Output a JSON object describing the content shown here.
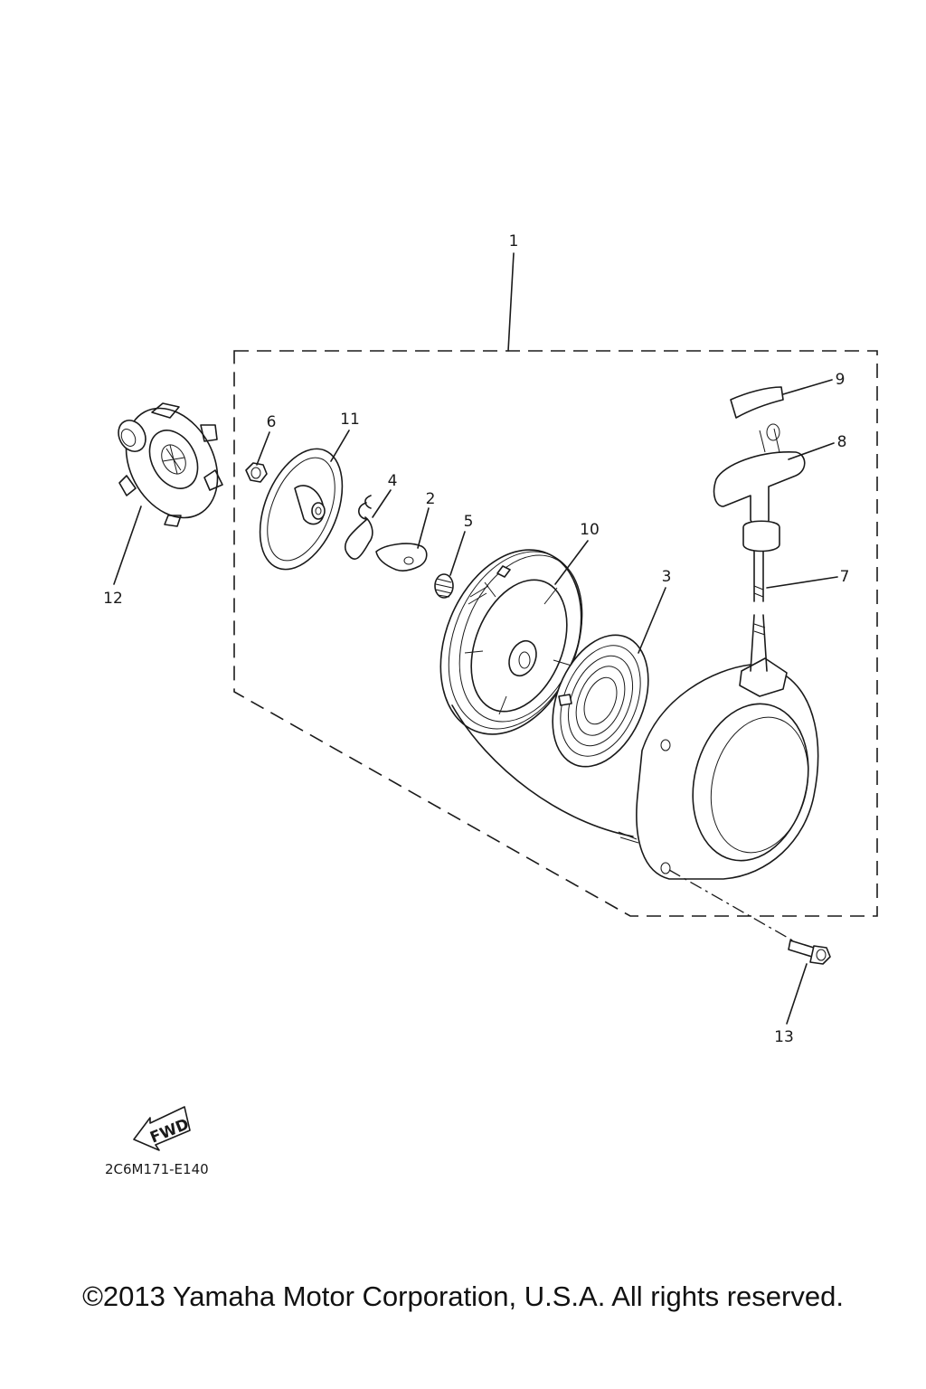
{
  "diagram": {
    "callouts": {
      "c1": "1",
      "c2": "2",
      "c3": "3",
      "c4": "4",
      "c5": "5",
      "c6": "6",
      "c7": "7",
      "c8": "8",
      "c9": "9",
      "c10": "10",
      "c11": "11",
      "c12": "12",
      "c13": "13"
    },
    "fwd_label": "FWD",
    "figure_code": "2C6M171-E140"
  },
  "footer": {
    "copyright": "©2013 Yamaha Motor Corporation, U.S.A. All rights reserved."
  }
}
